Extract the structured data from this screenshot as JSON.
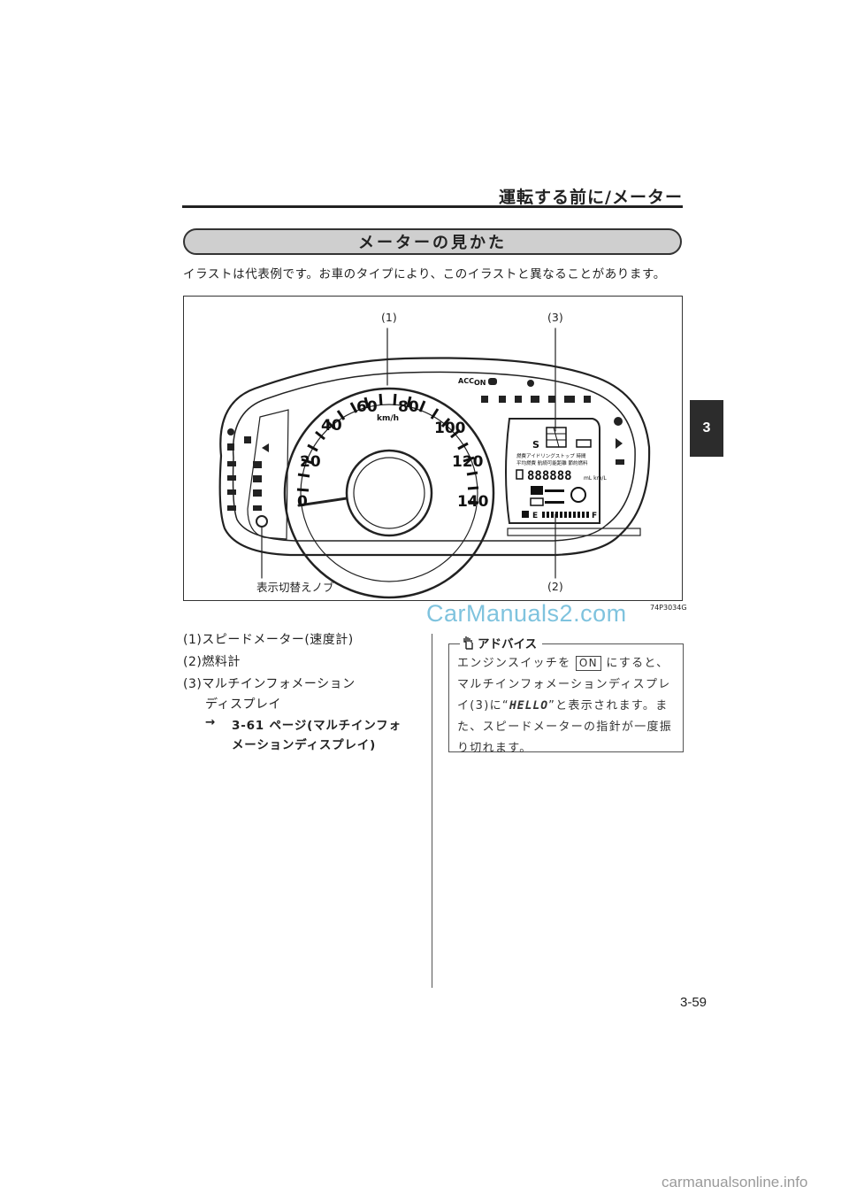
{
  "header": {
    "title": "運転する前に/メーター"
  },
  "section": {
    "title": "メーターの見かた"
  },
  "intro": "イラストは代表例です。お車のタイプにより、このイラストと異なることがあります。",
  "figure": {
    "callouts": {
      "c1": "(1)",
      "c3": "(3)",
      "c2": "(2)",
      "knob": "表示切替えノブ"
    },
    "code": "74P3034G",
    "gauge": {
      "speed_labels": [
        "0",
        "20",
        "40",
        "60",
        "80",
        "100",
        "120",
        "140"
      ],
      "unit": "km/h",
      "top_indicators": [
        "ACC",
        "ON"
      ],
      "lcd": {
        "s": "S",
        "row1": "燃費アイドリングストップ  時間",
        "row2": "平均燃費 航続可能距離 節約燃料",
        "digits": "888888",
        "unit": "mL km/L",
        "e": "E",
        "f": "F"
      }
    }
  },
  "watermark": "CarManuals2.com",
  "chapter_tab": "3",
  "items": [
    {
      "num": "(1)",
      "text": "スピードメーター(速度計)"
    },
    {
      "num": "(2)",
      "text": "燃料計"
    },
    {
      "num": "(3)",
      "text": "マルチインフォメーション"
    },
    {
      "num": "",
      "text": "ディスプレイ"
    }
  ],
  "reference": {
    "arrow": "→",
    "line1": "3-61 ページ(マルチインフォ",
    "line2": "メーションディスプレイ)"
  },
  "advice": {
    "title": "アドバイス",
    "body_pre": "エンジンスイッチを",
    "key": "ON",
    "body_mid": "にすると、マルチインフォメーションディスプレイ(3)に“",
    "lcd_word": "HELLO",
    "body_post": "”と表示されます。また、スピードメーターの指針が一度振り切れます。"
  },
  "page_number": "3-59",
  "footer_site": "carmanualsonline.info"
}
